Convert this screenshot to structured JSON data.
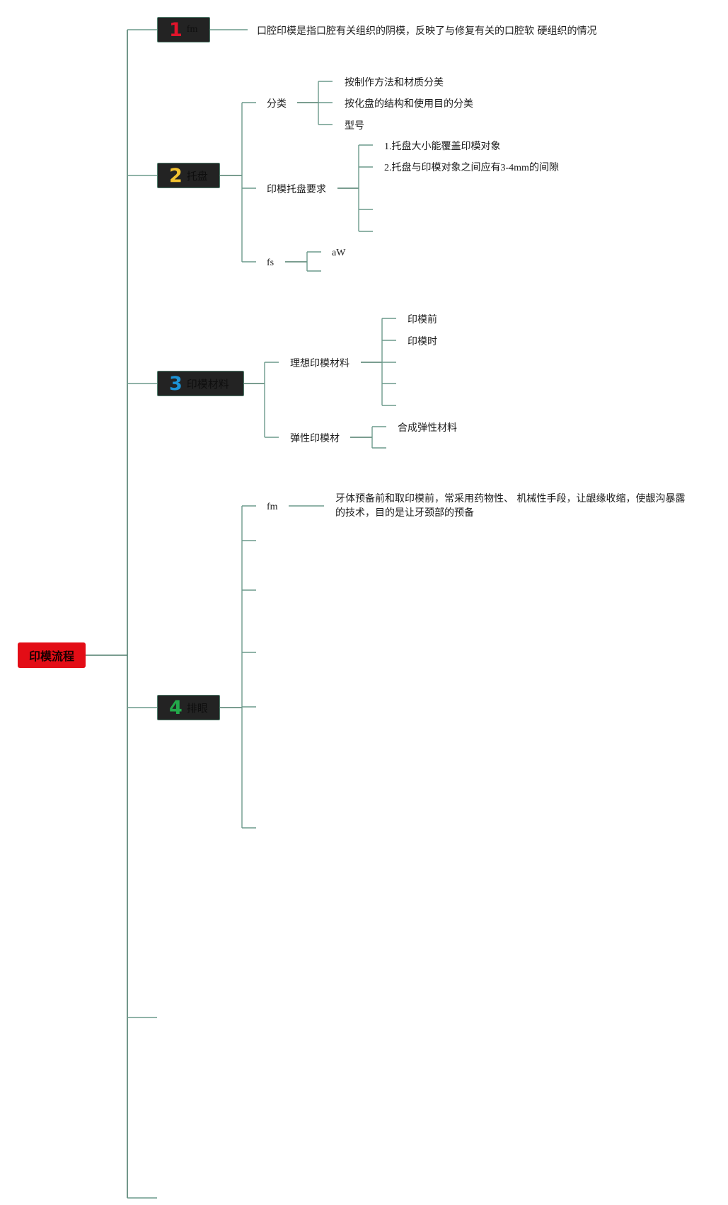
{
  "root": {
    "label": "印模流程",
    "color": "#e30d16"
  },
  "branches": [
    {
      "number": "1",
      "number_color": "#e0142b",
      "label": "fm",
      "description": "口腔印模是指口腔有关组织的阴模，反映了与修复有关的口腔软 硬组织的情况"
    },
    {
      "number": "2",
      "number_color": "#f2c230",
      "label": "托盘",
      "children": [
        {
          "label": "分类",
          "children": [
            "按制作方法和材质分美",
            "按化盘的结构和使用目的分美",
            "型号"
          ]
        },
        {
          "label": "印模托盘要求",
          "children": [
            "1.托盘大小能覆盖印模对象",
            "2.托盘与印模对象之间应有3-4mm的间隙",
            "",
            ""
          ]
        },
        {
          "label": "fs",
          "children": [
            "aW",
            ""
          ]
        }
      ]
    },
    {
      "number": "3",
      "number_color": "#1c93d6",
      "label": "印模材料",
      "children": [
        {
          "label": "理想印模材料",
          "children": [
            "印模前",
            "印模时",
            "",
            "",
            ""
          ]
        },
        {
          "label": "弹性印模材",
          "children": [
            "合成弹性材料",
            ""
          ]
        }
      ]
    },
    {
      "number": "4",
      "number_color": "#23a84a",
      "label": "排眼",
      "children": [
        {
          "label": "fm",
          "detail": "牙体预备前和取印模前，常采用药物性、 机械性手段，让龈缘收缩，使龈沟暴露的技术，目的是让牙颈部的预备"
        },
        {
          "label": ""
        },
        {
          "label": ""
        },
        {
          "label": ""
        },
        {
          "label": ""
        },
        {
          "label": ""
        }
      ]
    }
  ],
  "colors": {
    "connector": "#6c9a8b",
    "branch_bg": "#232323"
  }
}
